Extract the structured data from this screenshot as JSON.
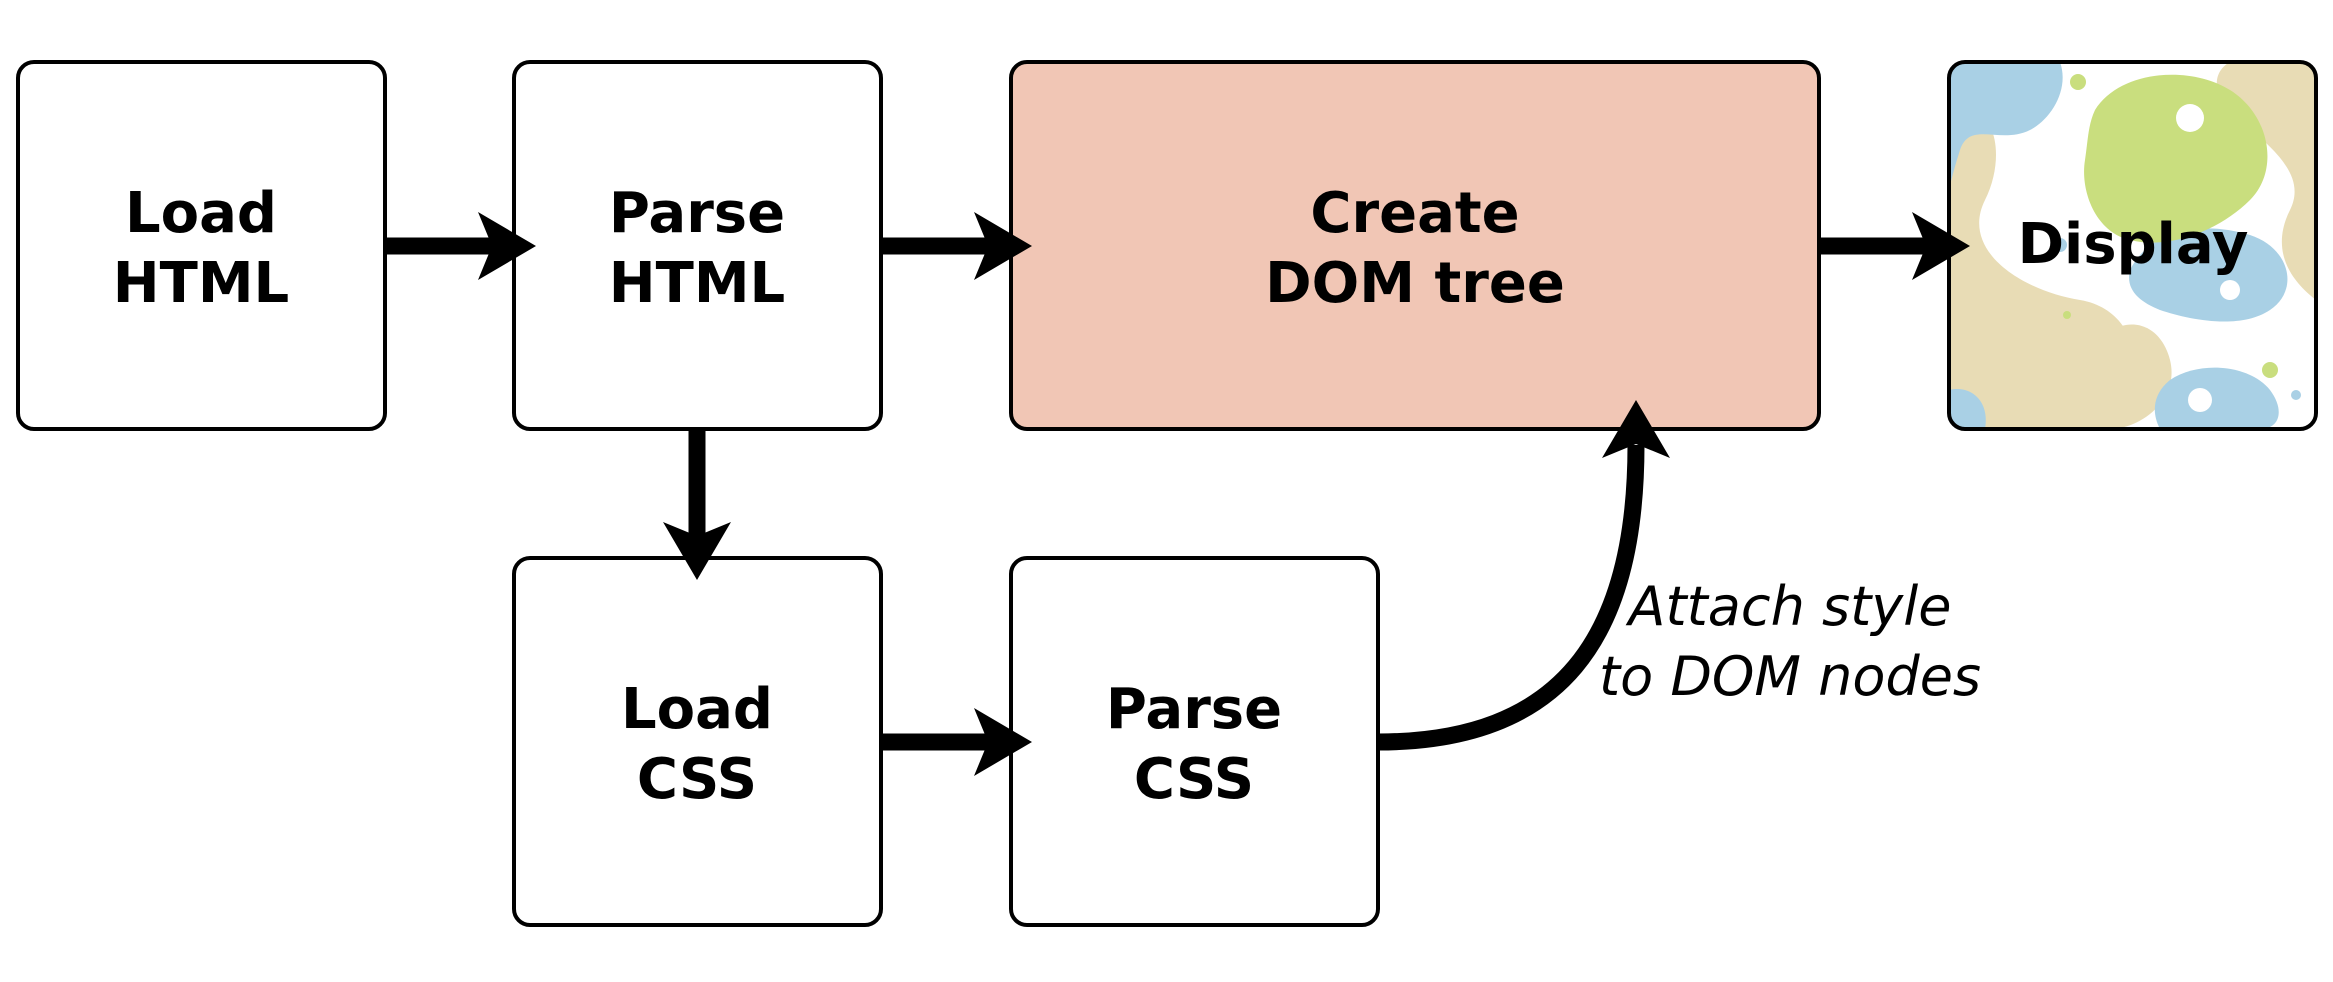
{
  "nodes": {
    "load_html": {
      "line1": "Load",
      "line2": "HTML"
    },
    "parse_html": {
      "line1": "Parse",
      "line2": "HTML"
    },
    "create_dom": {
      "line1": "Create",
      "line2": "DOM tree"
    },
    "display": {
      "label": "Display"
    },
    "load_css": {
      "line1": "Load",
      "line2": "CSS"
    },
    "parse_css": {
      "line1": "Parse",
      "line2": "CSS"
    }
  },
  "edges": {
    "attach_style": {
      "line1": "Attach style",
      "line2": "to DOM nodes"
    }
  },
  "colors": {
    "stroke": "#000000",
    "box_fill": "#ffffff",
    "highlight_fill": "#f1c6b5",
    "blob_blue": "#a9d0e5",
    "blob_green": "#c9de7e",
    "blob_tan": "#e8dcb5"
  }
}
